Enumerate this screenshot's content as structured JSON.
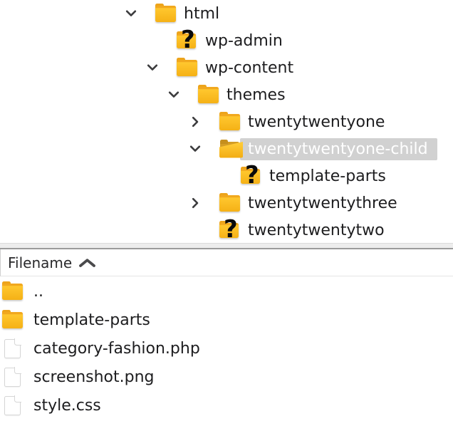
{
  "colors": {
    "text": "#1d1d1f",
    "selection-bg": "#d1d1d1",
    "selection-text": "#ffffff",
    "folder-gold": "#ffc72e",
    "folder-gold-dark": "#f1a81e"
  },
  "tree": {
    "items": [
      {
        "label": "html",
        "level": 0,
        "chevron": "down",
        "icon": "folder",
        "selected": false
      },
      {
        "label": "wp-admin",
        "level": 1,
        "chevron": "none",
        "icon": "folder-question",
        "selected": false
      },
      {
        "label": "wp-content",
        "level": 1,
        "chevron": "down",
        "icon": "folder",
        "selected": false
      },
      {
        "label": "themes",
        "level": 2,
        "chevron": "down",
        "icon": "folder",
        "selected": false
      },
      {
        "label": "twentytwentyone",
        "level": 3,
        "chevron": "right",
        "icon": "folder",
        "selected": false
      },
      {
        "label": "twentytwentyone-child",
        "level": 3,
        "chevron": "down",
        "icon": "folder-open",
        "selected": true
      },
      {
        "label": "template-parts",
        "level": 4,
        "chevron": "none",
        "icon": "folder-question",
        "selected": false
      },
      {
        "label": "twentytwentythree",
        "level": 3,
        "chevron": "right",
        "icon": "folder",
        "selected": false
      },
      {
        "label": "twentytwentytwo",
        "level": 3,
        "chevron": "none",
        "icon": "folder-question",
        "selected": false
      }
    ]
  },
  "file_list": {
    "header": {
      "label": "Filename",
      "sort_direction": "ascending"
    },
    "rows": [
      {
        "name": "..",
        "icon": "folder"
      },
      {
        "name": "template-parts",
        "icon": "folder"
      },
      {
        "name": "category-fashion.php",
        "icon": "file"
      },
      {
        "name": "screenshot.png",
        "icon": "file"
      },
      {
        "name": "style.css",
        "icon": "file"
      }
    ]
  }
}
